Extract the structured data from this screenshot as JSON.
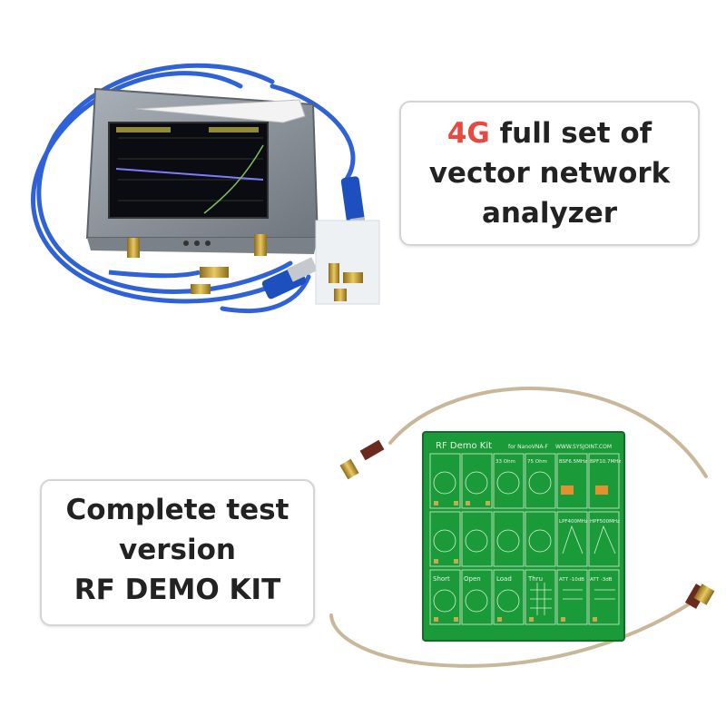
{
  "callout_analyzer": {
    "highlight": "4G",
    "line1_rest": " full set of",
    "line2": "vector network",
    "line3": "analyzer"
  },
  "callout_kit": {
    "line1": "Complete test",
    "line2": "version",
    "line3": "RF DEMO KIT"
  },
  "board": {
    "title": "RF Demo Kit",
    "subtitle": "for NanoVNA-F",
    "website": "WWW.SYSJOINT.COM",
    "cells": [
      "",
      "",
      "33 Ohm",
      "75 Ohm",
      "BSF6.5MHz",
      "BPF10.7MHz",
      "",
      "",
      "",
      "",
      "LPF400MHz",
      "HPF500MHz",
      "Short",
      "Open",
      "Load",
      "Thru",
      "ATT -10dB",
      "ATT -3dB"
    ]
  },
  "colors": {
    "accent": "#e5493f",
    "cable": "#2f62d8",
    "pcb": "#1b9a3a",
    "device": "#8d939a"
  }
}
